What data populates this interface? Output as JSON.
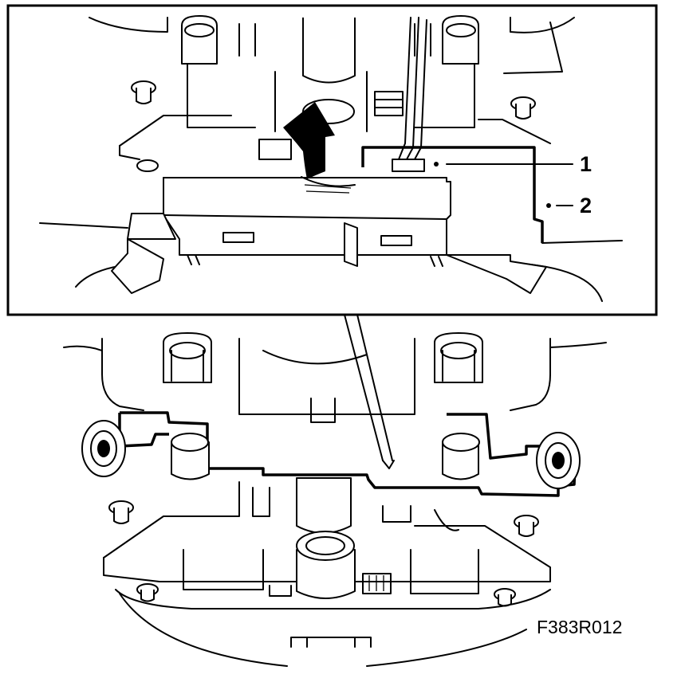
{
  "figure": {
    "code": "F383R012",
    "callouts": [
      {
        "label": "1"
      },
      {
        "label": "2"
      }
    ]
  }
}
